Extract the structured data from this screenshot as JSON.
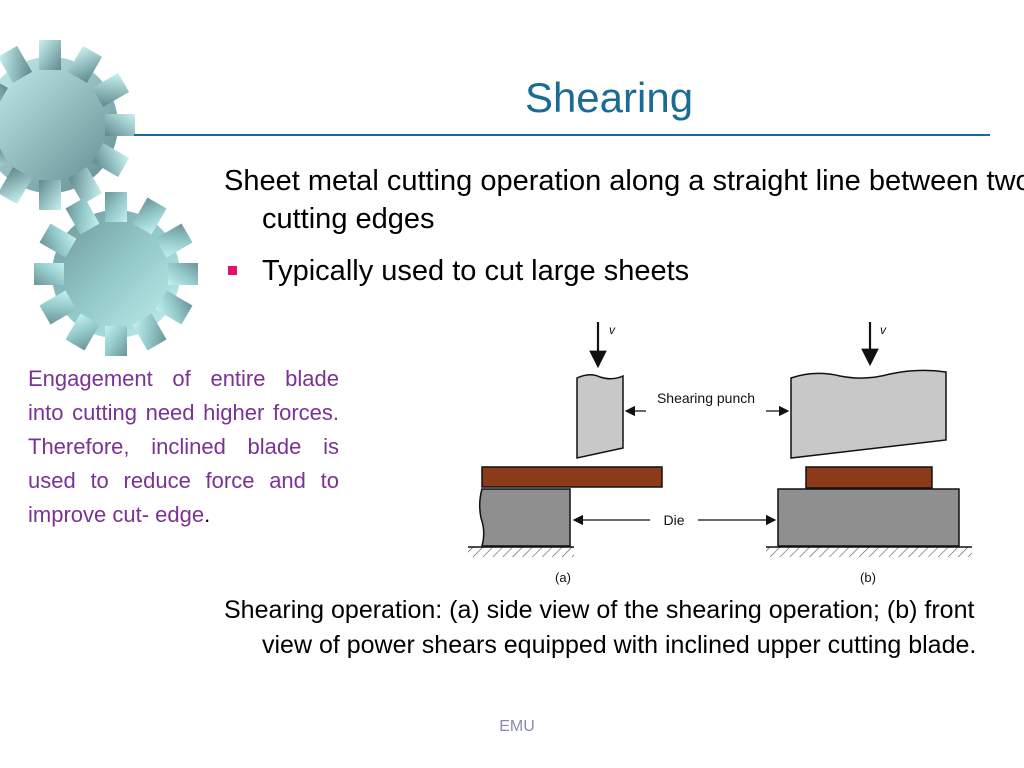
{
  "slide": {
    "title": "Shearing",
    "bullet_main": "Sheet metal cutting operation along a straight line between two cutting edges",
    "bullet_sub": "Typically used to cut large sheets",
    "side_note": "Engagement of entire blade into cutting need higher forces. Therefore, inclined blade is used to reduce force and to improve cut- edge",
    "side_note_end": ".",
    "caption": "Shearing operation: (a) side view of the shearing operation; (b) front view of power shears equipped with inclined upper cutting blade.",
    "footer": "EMU"
  },
  "figure": {
    "velocity_label_a": "v",
    "velocity_label_b": "v",
    "punch_label": "Shearing punch",
    "die_label": "Die",
    "label_a": "(a)",
    "label_b": "(b)"
  },
  "colors": {
    "title": "#1b6c94",
    "side_note": "#7b3294",
    "bullet_marker": "#e0106b",
    "sheet": "#8b3a1a",
    "punch_fill": "#c8c8c8",
    "die_fill": "#8f8f8f",
    "footer": "#8a8ab0"
  },
  "icons": {
    "decoration": "gear-icon",
    "bullet": "square-bullet-icon"
  }
}
